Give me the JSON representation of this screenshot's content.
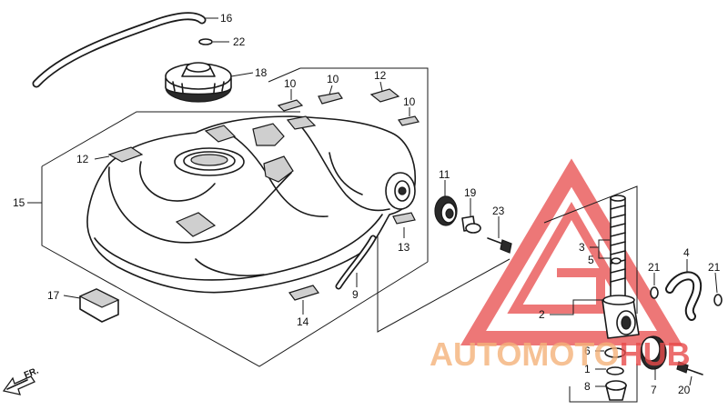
{
  "callouts": {
    "c16": "16",
    "c22": "22",
    "c18": "18",
    "c10a": "10",
    "c10b": "10",
    "c12a": "12",
    "c10c": "10",
    "c12b": "12",
    "c15": "15",
    "c11": "11",
    "c19": "19",
    "c23": "23",
    "c13": "13",
    "c9": "9",
    "c17": "17",
    "c14": "14",
    "c3": "3",
    "c5": "5",
    "c2": "2",
    "c6": "6",
    "c1": "1",
    "c8": "8",
    "c4": "4",
    "c21a": "21",
    "c21b": "21",
    "c7": "7",
    "c20": "20"
  },
  "direction_label": "FR.",
  "watermark": {
    "part1": "AUTOMOTO",
    "part2": "HUB",
    "color1": "#F5B27A",
    "color2": "#E84A4A",
    "logo_color": "#E84A4A"
  }
}
